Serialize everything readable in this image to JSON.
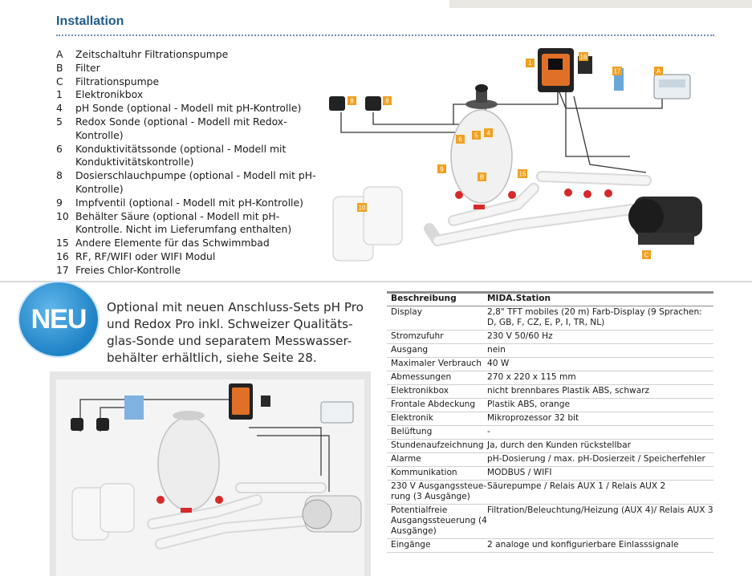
{
  "section": {
    "title": "Installation"
  },
  "legend": [
    {
      "key": "A",
      "text": "Zeitschaltuhr Filtrationspumpe"
    },
    {
      "key": "B",
      "text": "Filter"
    },
    {
      "key": "C",
      "text": "Filtrationspumpe"
    },
    {
      "key": "1",
      "text": "Elektronikbox"
    },
    {
      "key": "4",
      "text": "pH Sonde (optional - Modell mit pH-Kontrolle)"
    },
    {
      "key": "5",
      "text": "Redox Sonde (optional - Modell mit Redox-Kontrolle)"
    },
    {
      "key": "6",
      "text": "Konduktivitätssonde (optional - Modell mit Konduktivitätskontrolle)"
    },
    {
      "key": "8",
      "text": "Dosierschlauchpumpe (optional - Modell mit pH-Kontrolle)"
    },
    {
      "key": "9",
      "text": "Impfventil (optional - Modell mit pH-Kontrolle)"
    },
    {
      "key": "10",
      "text": "Behälter Säure (optional - Modell mit pH-Kontrolle. Nicht im Lieferumfang enthalten)"
    },
    {
      "key": "15",
      "text": "Andere Elemente für das Schwimmbad"
    },
    {
      "key": "16",
      "text": "RF, RF/WIFI oder WIFI Modul"
    },
    {
      "key": "17",
      "text": "Freies Chlor-Kontrolle"
    }
  ],
  "diagram_labels": {
    "controller": "1",
    "wifi": "16",
    "chlorine": "17",
    "timer": "A",
    "pump_a": "8",
    "pump_b": "8",
    "probe_6": "6",
    "probe_5": "5",
    "probe_4": "4",
    "valve": "9",
    "filter": "B",
    "other": "15",
    "tank": "10",
    "pump": "C"
  },
  "neu": {
    "badge": "NEU",
    "text": "Optional mit neuen Anschluss-Sets pH Pro und Redox Pro inkl. Schweizer Qualitäts-glas-Sonde und separatem Messwasser-behälter erhältlich, siehe Seite 28."
  },
  "specs": {
    "header": {
      "label": "Beschreibung",
      "value": "MIDA.Station"
    },
    "rows": [
      {
        "label": "Display",
        "value": "2,8\" TFT mobiles (20 m) Farb-Display (9 Sprachen: D, GB, F, CZ, E, P, I, TR, NL)"
      },
      {
        "label": "Stromzufuhr",
        "value": "230 V 50/60 Hz"
      },
      {
        "label": "Ausgang",
        "value": "nein"
      },
      {
        "label": "Maximaler Verbrauch",
        "value": "40 W"
      },
      {
        "label": "Abmessungen",
        "value": "270 x 220 x 115 mm"
      },
      {
        "label": "Elektronikbox",
        "value": "nicht brennbares Plastik ABS, schwarz"
      },
      {
        "label": "Frontale Abdeckung",
        "value": "Plastik ABS, orange"
      },
      {
        "label": "Elektronik",
        "value": "Mikroprozessor 32 bit"
      },
      {
        "label": "Belüftung",
        "value": "-"
      },
      {
        "label": "Stundenaufzeichnung",
        "value": "Ja, durch den Kunden rückstellbar"
      },
      {
        "label": "Alarme",
        "value": "pH-Dosierung / max. pH-Dosierzeit / Speicherfehler"
      },
      {
        "label": "Kommunikation",
        "value": "MODBUS / WIFI"
      },
      {
        "label": "230 V Ausgangssteue-rung (3 Ausgänge)",
        "value": "Säurepumpe / Relais AUX 1 / Relais AUX 2"
      },
      {
        "label": "Potentialfreie Ausgangssteuerung (4 Ausgänge)",
        "value": "Filtration/Beleuchtung/Heizung (AUX 4)/ Relais AUX 3"
      },
      {
        "label": "Eingänge",
        "value": "2 analoge und konfigurierbare Einlasssignale"
      }
    ]
  },
  "colors": {
    "title_blue": "#1f5b8a",
    "badge_blue": "#1f82c6",
    "label_orange": "#f0a020",
    "pipe_white": "#f2f2f2",
    "valve_red": "#d62a2a"
  }
}
